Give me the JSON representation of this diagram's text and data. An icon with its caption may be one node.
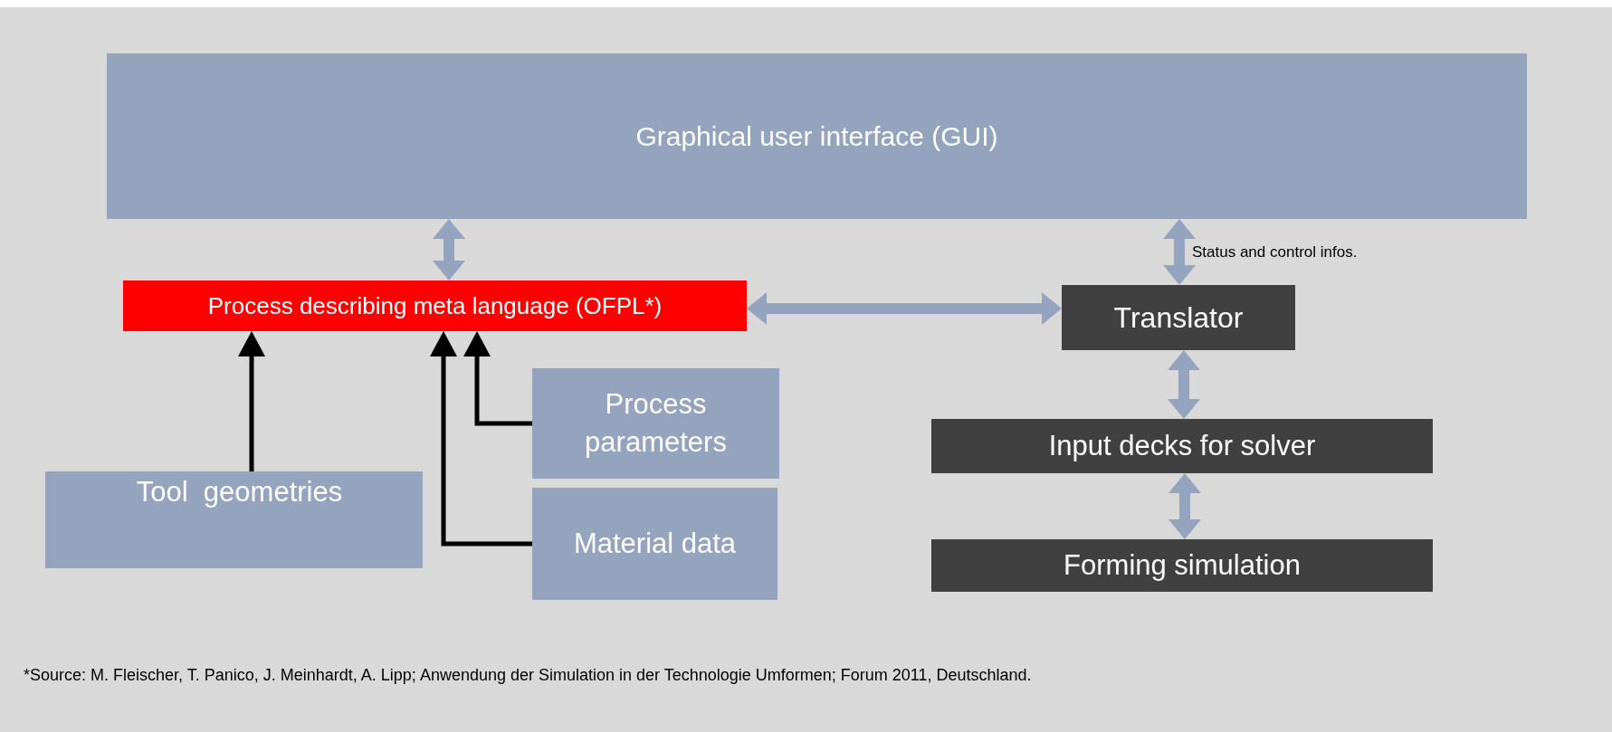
{
  "diagram": {
    "nodes": [
      {
        "text": [
          "Graphical user interface (GUI)"
        ]
      },
      {
        "text": [
          "Process describing meta language (OFPL*)"
        ]
      },
      {
        "text": [
          "Translator"
        ]
      },
      {
        "text": [
          "Process parameters"
        ]
      },
      {
        "text": [
          "Input decks for solver"
        ]
      },
      {
        "text": [
          "Tool  geometries"
        ]
      },
      {
        "text": [
          "Material data"
        ]
      },
      {
        "text": [
          "Forming simulation"
        ]
      }
    ],
    "edges": [
      {
        "from": 0,
        "to": 1,
        "arrow": "both"
      },
      {
        "from": 0,
        "to": 2,
        "arrow": "both",
        "label": "Status and control infos."
      },
      {
        "from": 1,
        "to": 2,
        "arrow": "both"
      },
      {
        "from": 2,
        "to": 4,
        "arrow": "both"
      },
      {
        "from": 4,
        "to": 7,
        "arrow": "both"
      },
      {
        "from": 5,
        "to": 1,
        "arrow": "to",
        "color": "#000000"
      },
      {
        "from": 3,
        "to": 1,
        "arrow": "to",
        "color": "#000000"
      },
      {
        "from": 6,
        "to": 1,
        "arrow": "to",
        "color": "#000000"
      }
    ],
    "labels": [
      "*Source: M. Fleischer, T. Panico, J. Meinhardt, A. Lipp; Anwendung der Simulation in der Technologie Umformen; Forum 2011, Deutschland."
    ]
  }
}
